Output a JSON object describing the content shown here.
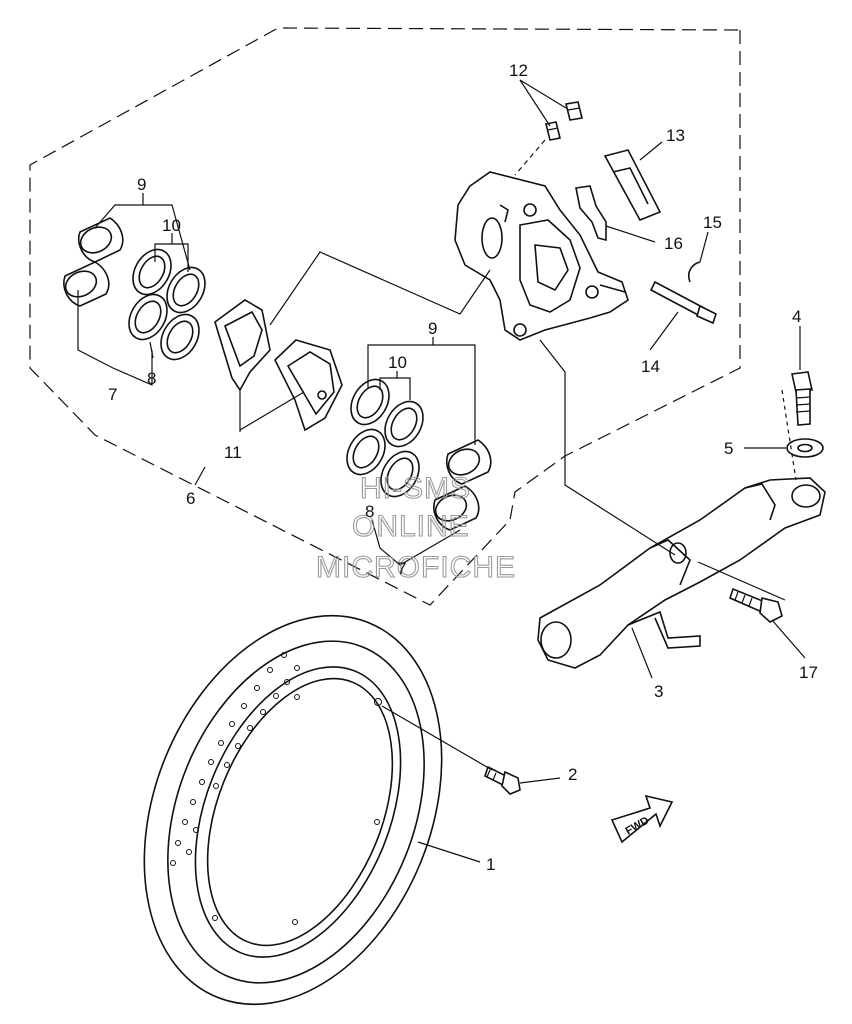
{
  "callouts": {
    "c1": "1",
    "c2": "2",
    "c3": "3",
    "c4": "4",
    "c5": "5",
    "c6": "6",
    "c7a": "7",
    "c7b": "7",
    "c8a": "8",
    "c8b": "8",
    "c9a": "9",
    "c9b": "9",
    "c10a": "10",
    "c10b": "10",
    "c11": "11",
    "c12": "12",
    "c13": "13",
    "c14": "14",
    "c15": "15",
    "c16": "16",
    "c17": "17"
  },
  "watermark": {
    "line1": "HI-SMS",
    "line2": "ONLINE",
    "line3": "MICROFICHE"
  },
  "direction_badge": "FWD"
}
